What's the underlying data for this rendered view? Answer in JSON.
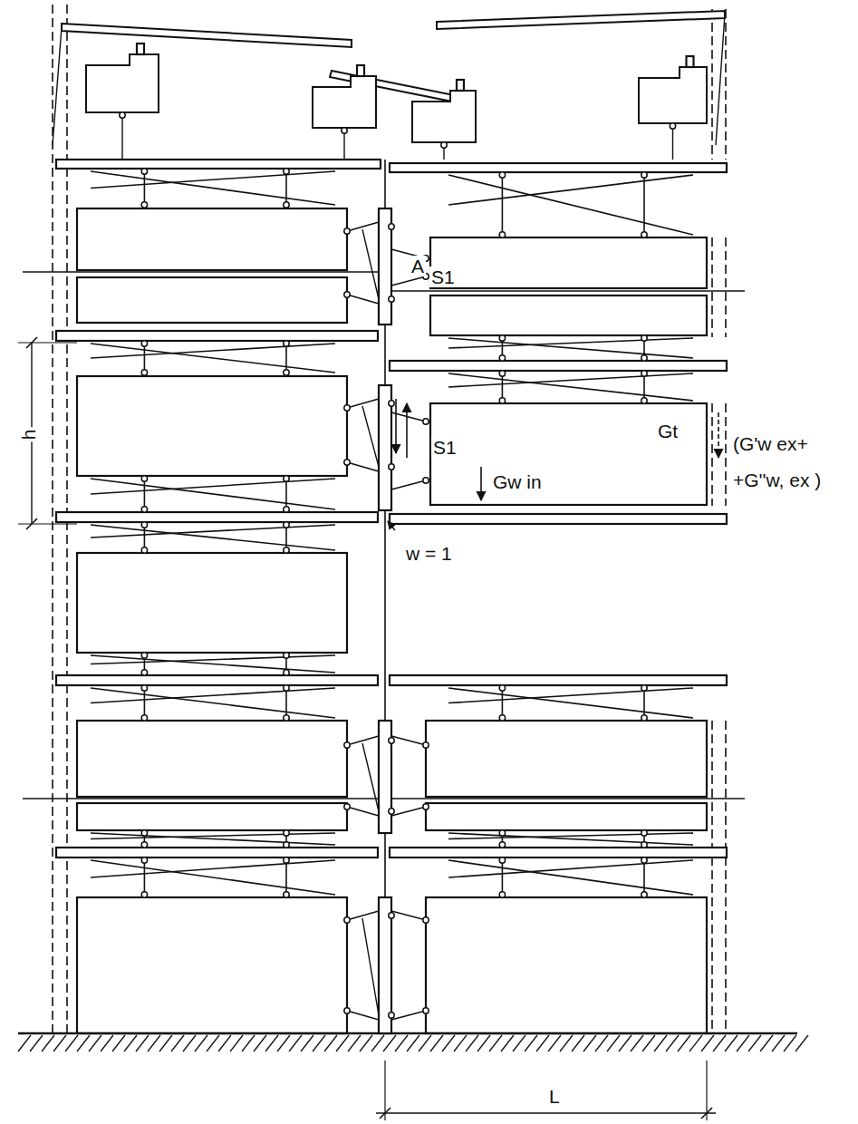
{
  "diagram": {
    "labels": [
      "A",
      "S1",
      "h",
      "S1",
      "Gt",
      "Gw in",
      "(G'w ex+",
      "+G''w, ex )",
      "w = 1",
      "L"
    ]
  }
}
